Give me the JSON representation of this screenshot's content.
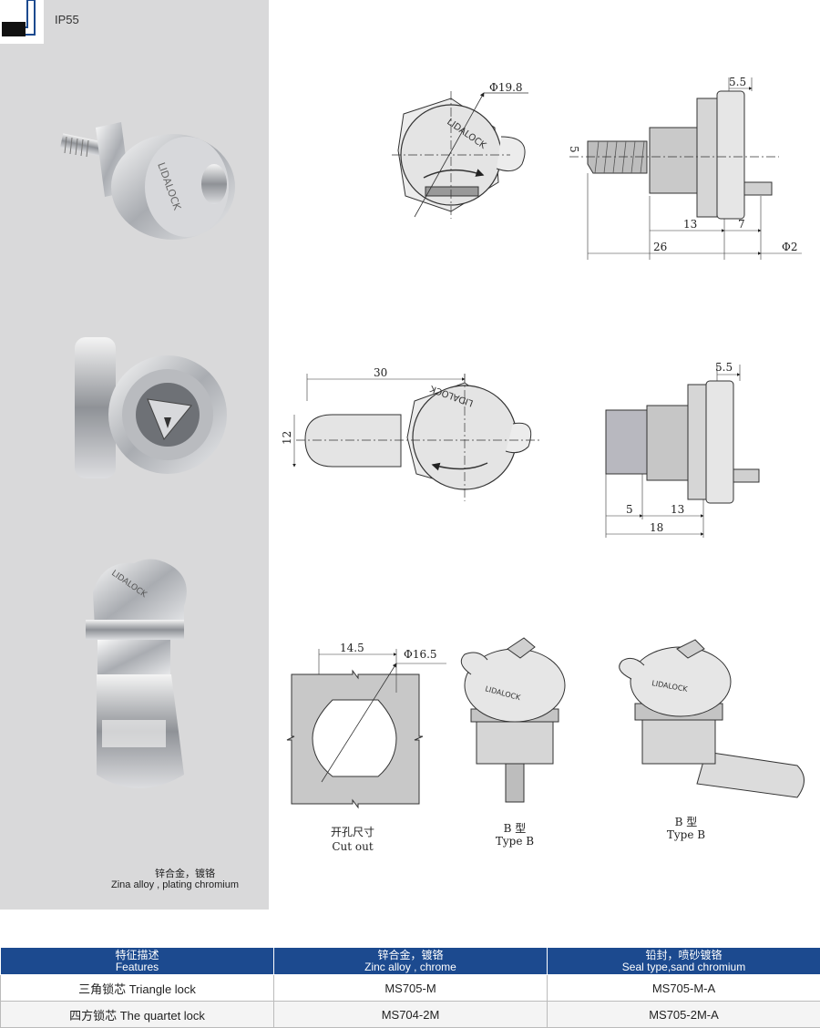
{
  "header": {
    "rating": "IP55"
  },
  "material_note": {
    "cn": "锌合金，镀铬",
    "en": "Zina alloy , plating chromium"
  },
  "drawings": {
    "top_front": {
      "diameter": "Φ19.8",
      "brand": "LIDALOCK"
    },
    "top_side": {
      "d_55": "5.5",
      "d_5": "5",
      "d_13": "13",
      "d_7": "7",
      "d_26": "26",
      "d_phi2": "Φ2"
    },
    "mid_front": {
      "d_30": "30",
      "d_12": "12",
      "brand": "LIDALOCK"
    },
    "mid_side": {
      "d_55": "5.5",
      "d_5": "5",
      "d_13": "13",
      "d_18": "18"
    },
    "cutout": {
      "d_145": "14.5",
      "diameter": "Φ16.5",
      "caption_cn": "开孔尺寸",
      "caption_en": "Cut out"
    },
    "type_b1": {
      "caption_cn": "B 型",
      "caption_en": "Type B",
      "brand": "LIDALOCK"
    },
    "type_b2": {
      "caption_cn": "B 型",
      "caption_en": "Type B",
      "brand": "LIDALOCK"
    }
  },
  "photos": {
    "p1_brand": "LIDALOCK",
    "p3_brand": "LIDALOCK"
  },
  "table": {
    "headers": [
      {
        "cn": "特征描述",
        "en": "Features"
      },
      {
        "cn": "锌合金，镀铬",
        "en": "Zinc alloy , chrome"
      },
      {
        "cn": "铅封，喷砂镀铬",
        "en": "Seal type,sand chromium"
      }
    ],
    "rows": [
      [
        "三角锁芯  Triangle lock",
        "MS705-M",
        "MS705-M-A"
      ],
      [
        "四方锁芯  The quartet lock",
        "MS704-2M",
        "MS705-2M-A"
      ]
    ]
  },
  "colors": {
    "header_blue": "#1c4a8f",
    "panel_gray": "#d9d9da"
  }
}
